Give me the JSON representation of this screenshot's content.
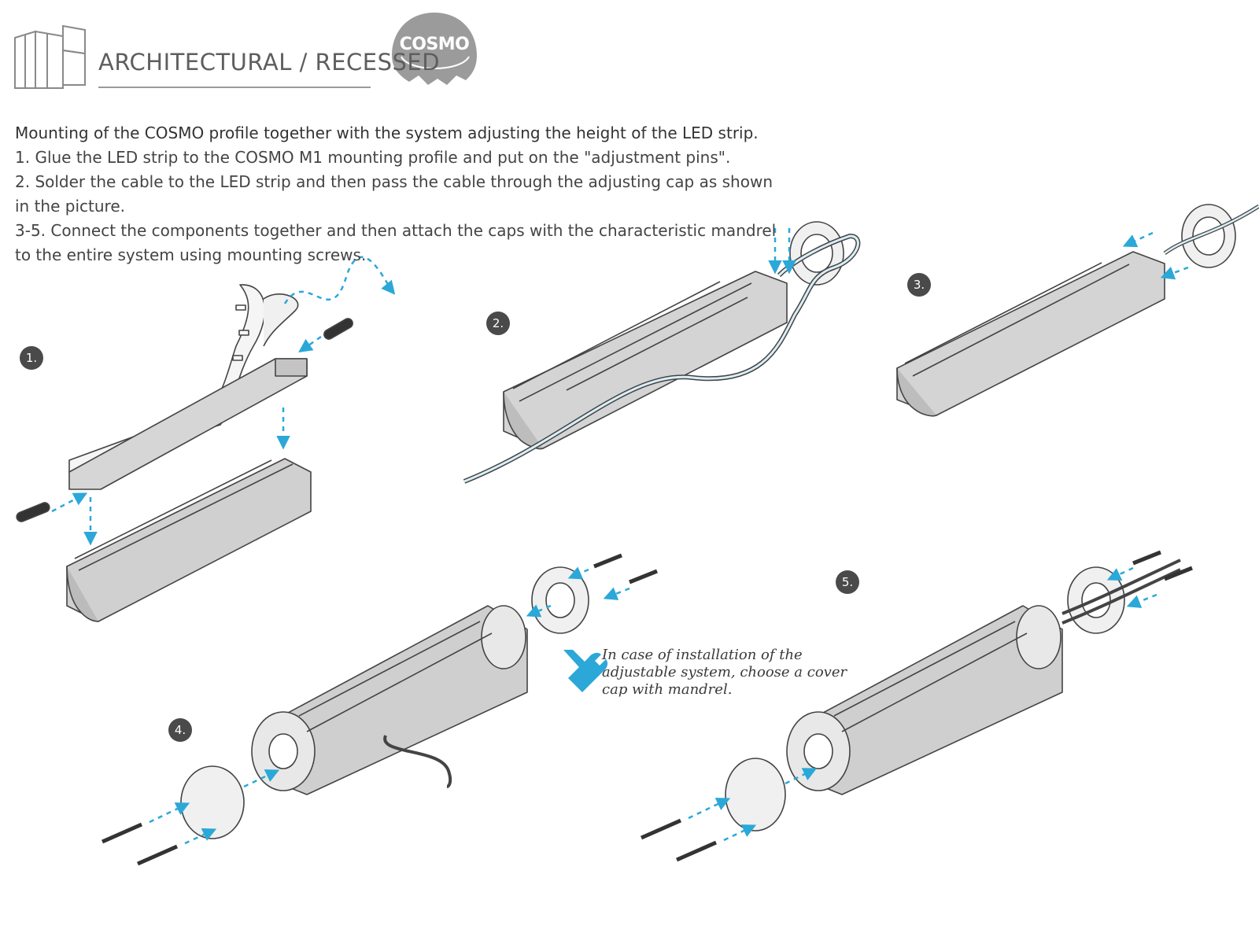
{
  "header": {
    "title": "ARCHITECTURAL / RECESSED",
    "badge": "COSMO",
    "icon": "building-icon"
  },
  "instructions": {
    "heading": "Mounting of the COSMO profile together with the system adjusting the height of the LED strip.",
    "lines": [
      "1. Glue the LED strip to the COSMO M1 mounting profile and put on the \"adjustment pins\".",
      "2. Solder the cable to the LED strip and then pass the cable through the adjusting cap as shown",
      "in the picture.",
      "3-5. Connect the components together and then attach the caps with the characteristic mandrel",
      "to the entire system using mounting screws."
    ]
  },
  "steps": [
    "1.",
    "2.",
    "3.",
    "4.",
    "5."
  ],
  "note": {
    "icon": "tools-icon",
    "lines": [
      "In case of installation of the",
      "adjustable system, choose a cover",
      "cap with mandrel."
    ]
  },
  "colors": {
    "accent": "#2ba8d8",
    "badge": "#9b9b9b",
    "step": "#4a4a4a",
    "line": "#444444"
  }
}
